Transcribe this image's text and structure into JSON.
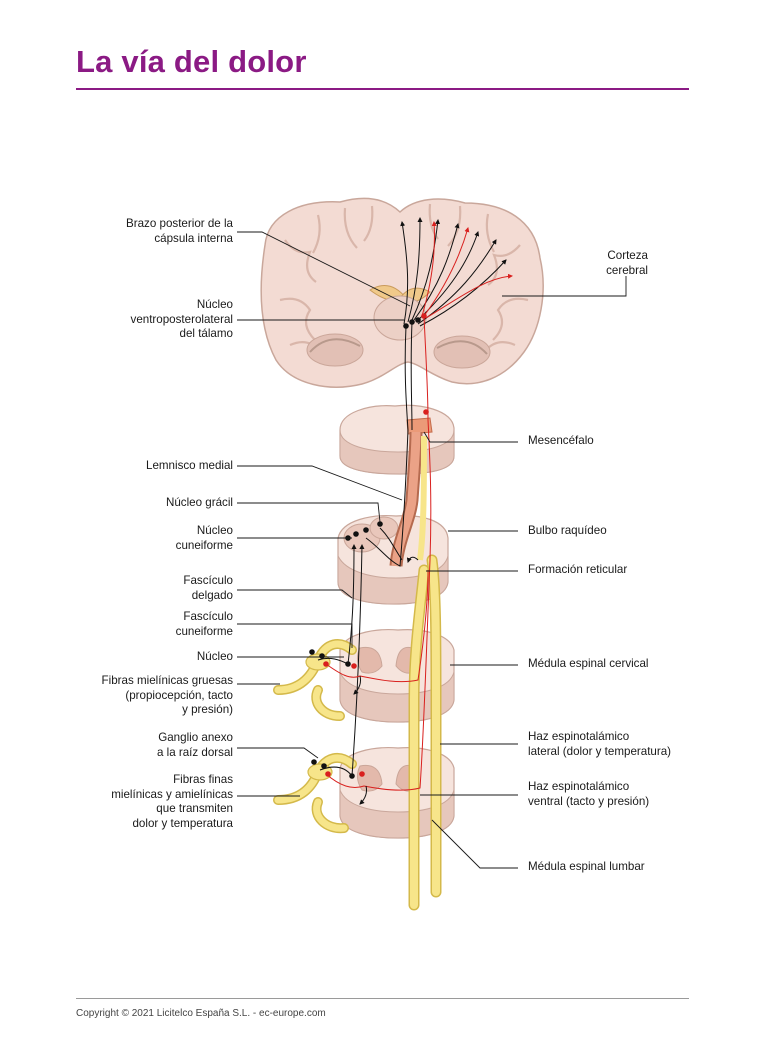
{
  "title": "La vía del dolor",
  "copyright": "Copyright © 2021 Licitelco España S.L. - ec-europe.com",
  "colors": {
    "title": "#8b1a84",
    "tissue": "#f3dbd3",
    "tissue_dark": "#e5c0b4",
    "tract_yellow": "#f7e58a",
    "pathway_red": "#d9201e",
    "pathway_black": "#111111"
  },
  "labels": {
    "brazo_posterior": [
      "Brazo posterior de la",
      "cápsula interna"
    ],
    "nucleo_vpl": [
      "Núcleo",
      "ventroposterolateral",
      "del tálamo"
    ],
    "lemnisco_medial": [
      "Lemnisco medial"
    ],
    "nucleo_gracil": [
      "Núcleo grácil"
    ],
    "nucleo_cuneiforme": [
      "Núcleo",
      "cuneiforme"
    ],
    "fasciculo_delgado": [
      "Fascículo",
      "delgado"
    ],
    "fasciculo_cuneiforme": [
      "Fascículo",
      "cuneiforme"
    ],
    "nucleo": [
      "Núcleo"
    ],
    "fibras_mielinicas_gruesas": [
      "Fibras mielínicas gruesas",
      "(propiocepción, tacto",
      "y presión)"
    ],
    "ganglio_anexo": [
      "Ganglio anexo",
      "a la raíz dorsal"
    ],
    "fibras_finas": [
      "Fibras finas",
      "mielínicas y amielínicas",
      "que transmiten",
      "dolor y temperatura"
    ],
    "corteza_cerebral": [
      "Corteza",
      "cerebral"
    ],
    "mesencefalo": [
      "Mesencéfalo"
    ],
    "bulbo_raquideo": [
      "Bulbo raquídeo"
    ],
    "formacion_reticular": [
      "Formación reticular"
    ],
    "medula_cervical": [
      "Médula espinal cervical"
    ],
    "haz_lateral": [
      "Haz espinotalámico",
      "lateral (dolor y temperatura)"
    ],
    "haz_ventral": [
      "Haz espinotalámico",
      "ventral (tacto y presión)"
    ],
    "medula_lumbar": [
      "Médula espinal lumbar"
    ]
  }
}
